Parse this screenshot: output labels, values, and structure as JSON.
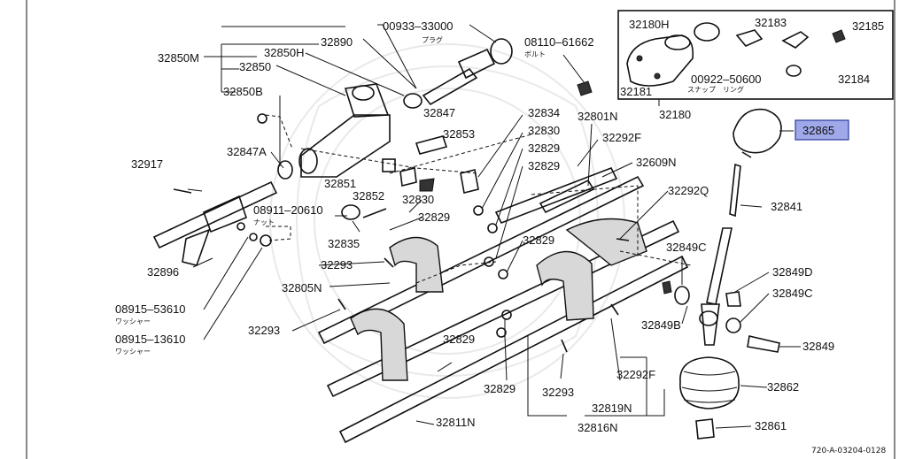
{
  "diagram": {
    "labels": [
      {
        "id": "p32890",
        "text": "32890"
      },
      {
        "id": "p00933",
        "text": "00933–33000"
      },
      {
        "id": "p00933s",
        "text": "プラグ"
      },
      {
        "id": "p08110",
        "text": "08110–61662"
      },
      {
        "id": "p08110s",
        "text": "ボルト"
      },
      {
        "id": "p32180H",
        "text": "32180H"
      },
      {
        "id": "p32183",
        "text": "32183"
      },
      {
        "id": "p32185",
        "text": "32185"
      },
      {
        "id": "p00922",
        "text": "00922–50600"
      },
      {
        "id": "p00922s",
        "text": "スナップ　リング"
      },
      {
        "id": "p32181",
        "text": "32181"
      },
      {
        "id": "p32184",
        "text": "32184"
      },
      {
        "id": "p32180",
        "text": "32180"
      },
      {
        "id": "p32850M",
        "text": "32850M"
      },
      {
        "id": "p32850H",
        "text": "32850H"
      },
      {
        "id": "p32850",
        "text": "32850"
      },
      {
        "id": "p32850B",
        "text": "32850B"
      },
      {
        "id": "p32847",
        "text": "32847"
      },
      {
        "id": "p32834",
        "text": "32834"
      },
      {
        "id": "p32801N",
        "text": "32801N"
      },
      {
        "id": "p32830a",
        "text": "32830"
      },
      {
        "id": "p32292Fa",
        "text": "32292F"
      },
      {
        "id": "p32853",
        "text": "32853"
      },
      {
        "id": "p32829a",
        "text": "32829"
      },
      {
        "id": "p32829b",
        "text": "32829"
      },
      {
        "id": "p32847A",
        "text": "32847A"
      },
      {
        "id": "p32609N",
        "text": "32609N"
      },
      {
        "id": "p32917",
        "text": "32917"
      },
      {
        "id": "p32851",
        "text": "32851"
      },
      {
        "id": "p32852",
        "text": "32852"
      },
      {
        "id": "p32830b",
        "text": "32830"
      },
      {
        "id": "p32292Q",
        "text": "32292Q"
      },
      {
        "id": "p08911",
        "text": "08911–20610"
      },
      {
        "id": "p08911s",
        "text": "ナット"
      },
      {
        "id": "p32829c",
        "text": "32829"
      },
      {
        "id": "p32841",
        "text": "32841"
      },
      {
        "id": "p32835",
        "text": "32835"
      },
      {
        "id": "p32829d",
        "text": "32829"
      },
      {
        "id": "p32849Ca",
        "text": "32849C"
      },
      {
        "id": "p32896",
        "text": "32896"
      },
      {
        "id": "p32293a",
        "text": "32293"
      },
      {
        "id": "p32849D",
        "text": "32849D"
      },
      {
        "id": "p32805N",
        "text": "32805N"
      },
      {
        "id": "p32849Cb",
        "text": "32849C"
      },
      {
        "id": "p08915a",
        "text": "08915–53610"
      },
      {
        "id": "p08915as",
        "text": "ワッシャー"
      },
      {
        "id": "p32293b",
        "text": "32293"
      },
      {
        "id": "p32849B",
        "text": "32849B"
      },
      {
        "id": "p08915b",
        "text": "08915–13610"
      },
      {
        "id": "p08915bs",
        "text": "ワッシャー"
      },
      {
        "id": "p32829e",
        "text": "32829"
      },
      {
        "id": "p32849",
        "text": "32849"
      },
      {
        "id": "p32829f",
        "text": "32829"
      },
      {
        "id": "p32293c",
        "text": "32293"
      },
      {
        "id": "p32292Fb",
        "text": "32292F"
      },
      {
        "id": "p32862",
        "text": "32862"
      },
      {
        "id": "p32819N",
        "text": "32819N"
      },
      {
        "id": "p32811N",
        "text": "32811N"
      },
      {
        "id": "p32816N",
        "text": "32816N"
      },
      {
        "id": "p32861",
        "text": "32861"
      },
      {
        "id": "p32865",
        "text": "32865"
      },
      {
        "id": "code",
        "text": "720-A-03204-0128"
      }
    ],
    "highlight": {
      "part": "32865",
      "color": "#9fa8e8",
      "border": "#2a3a9a"
    }
  }
}
